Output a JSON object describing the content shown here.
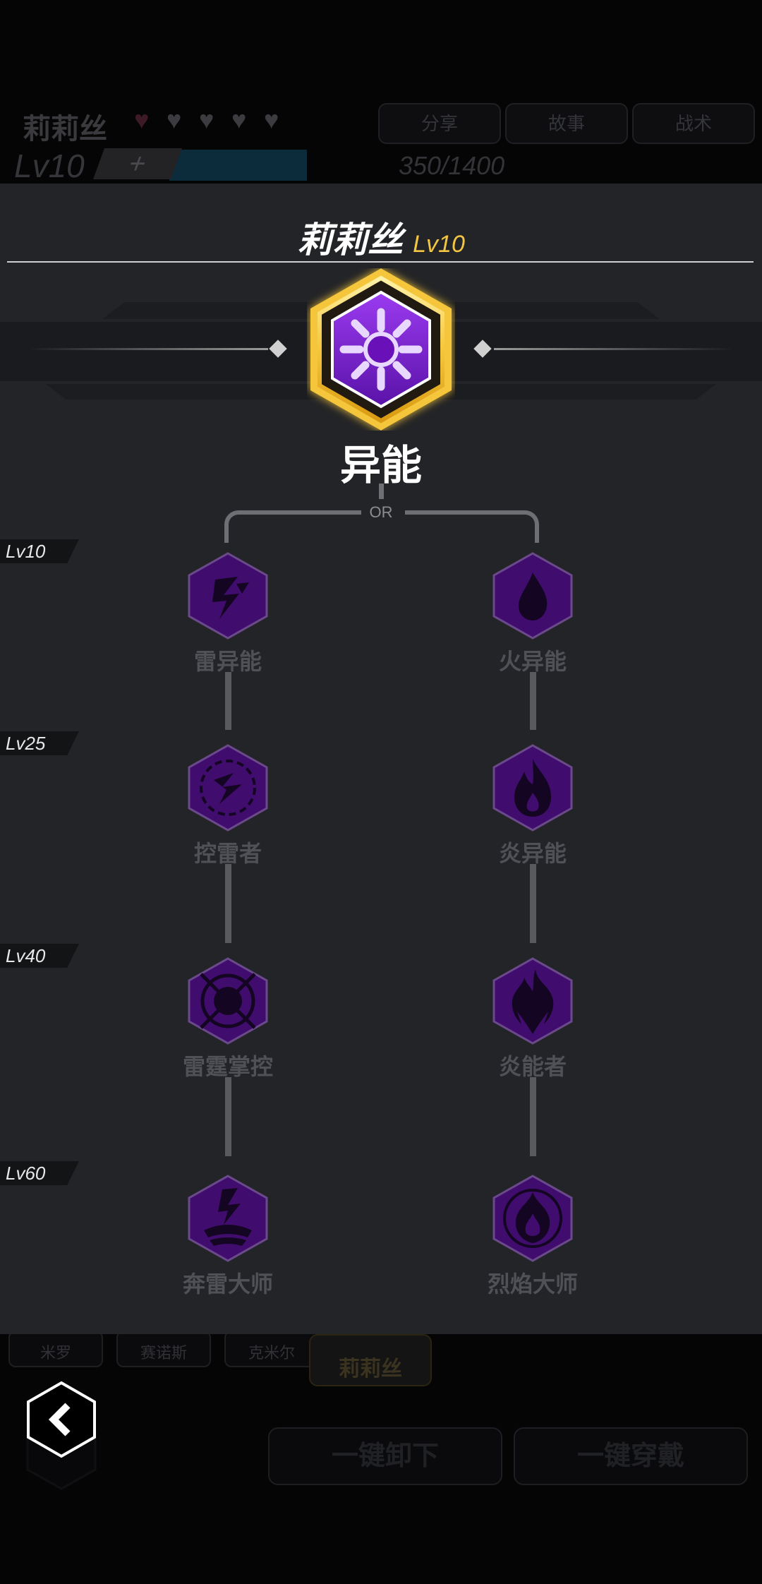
{
  "background": {
    "character_name": "莉莉丝",
    "tabs": [
      "分享",
      "故事",
      "战术"
    ],
    "level": "Lv10",
    "exp_text": "350/1400",
    "bottom_cards": [
      "米罗",
      "赛诺斯",
      "克米尔"
    ],
    "selected_card": "莉莉丝",
    "buttons": [
      "一键卸下",
      "一键穿戴"
    ]
  },
  "modal": {
    "character_name": "莉莉丝",
    "character_level": "Lv10",
    "main_ability": {
      "name": "异能",
      "icon": "sun-burst-icon"
    },
    "or_label": "OR",
    "level_tags": [
      "Lv10",
      "Lv25",
      "Lv40",
      "Lv60"
    ],
    "branches": [
      {
        "skills": [
          {
            "name": "雷异能",
            "icon": "lightning-icon"
          },
          {
            "name": "控雷者",
            "icon": "thunder-controller-icon"
          },
          {
            "name": "雷霆掌控",
            "icon": "thunder-orb-icon"
          },
          {
            "name": "奔雷大师",
            "icon": "thunder-master-icon"
          }
        ]
      },
      {
        "skills": [
          {
            "name": "火异能",
            "icon": "flame-drop-icon"
          },
          {
            "name": "炎异能",
            "icon": "fire-icon"
          },
          {
            "name": "炎能者",
            "icon": "blaze-icon"
          },
          {
            "name": "烈焰大师",
            "icon": "inferno-master-icon"
          }
        ]
      }
    ]
  },
  "colors": {
    "accent_gold": "#f2c542",
    "hex_purple": "#4b0f80",
    "main_purple": "#7a1ed0",
    "locked_text": "#505157"
  },
  "back_button": {
    "icon": "chevron-left-icon"
  }
}
